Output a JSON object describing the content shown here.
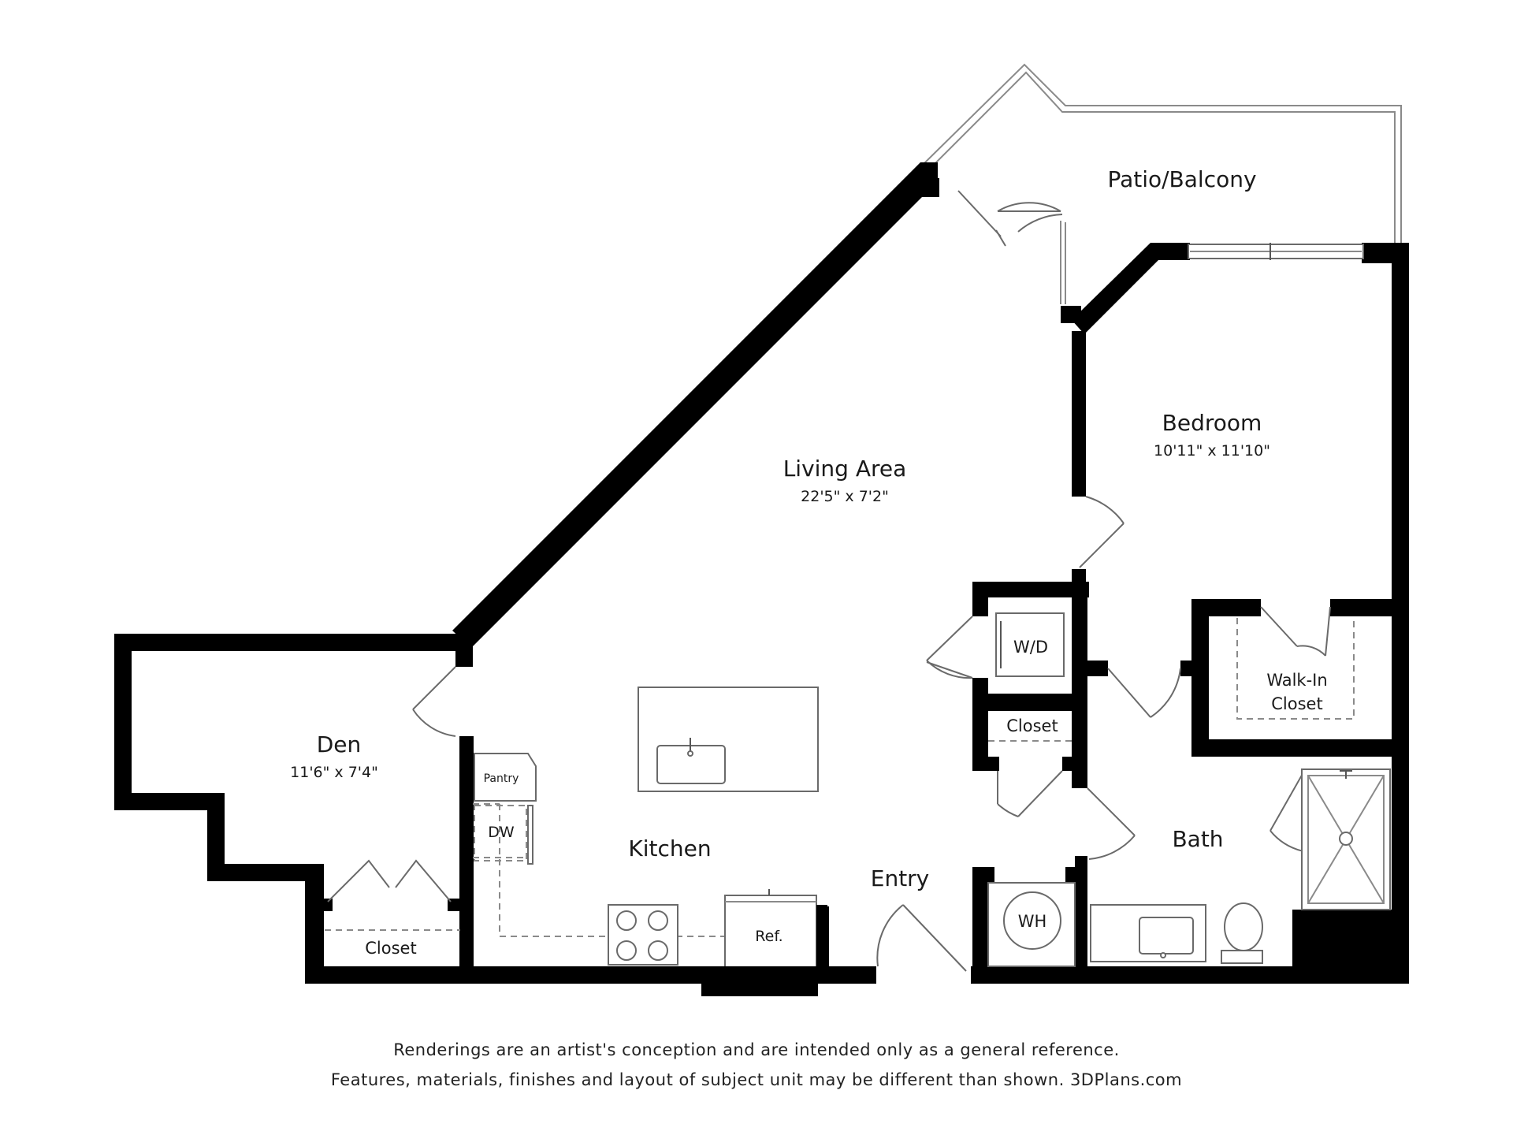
{
  "rooms": {
    "patio": {
      "name": "Patio/Balcony"
    },
    "bedroom": {
      "name": "Bedroom",
      "dimensions": "10'11\" x 11'10\""
    },
    "living": {
      "name": "Living Area",
      "dimensions": "22'5\" x 7'2\""
    },
    "den": {
      "name": "Den",
      "dimensions": "11'6\" x 7'4\""
    },
    "kitchen": {
      "name": "Kitchen"
    },
    "entry": {
      "name": "Entry"
    },
    "bath": {
      "name": "Bath"
    },
    "walkin": {
      "line1": "Walk-In",
      "line2": "Closet"
    },
    "hall_closet": {
      "name": "Closet"
    },
    "den_closet": {
      "name": "Closet"
    }
  },
  "fixtures": {
    "washer_dryer": "W/D",
    "water_heater": "WH",
    "pantry": "Pantry",
    "dishwasher": "DW",
    "refrigerator": "Ref."
  },
  "disclaimer": {
    "line1": "Renderings are an artist's conception and are intended only as a general reference.",
    "line2": "Features, materials, finishes and layout of subject unit may be different than shown. 3DPlans.com"
  },
  "colors": {
    "wall": "#000000",
    "line": "#8a8a8a",
    "background": "#ffffff"
  }
}
